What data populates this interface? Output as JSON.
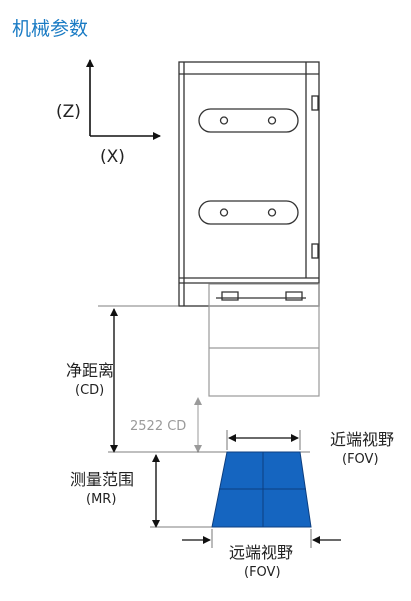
{
  "header": {
    "title": "机械参数"
  },
  "axes": {
    "z_label": "(Z)",
    "x_label": "(X)"
  },
  "dimensions": {
    "clear_distance": {
      "label": "净距离",
      "abbr": "(CD)"
    },
    "measurement_range": {
      "label": "测量范围",
      "abbr": "(MR)"
    },
    "near_fov": {
      "label": "近端视野",
      "abbr": "(FOV)"
    },
    "far_fov": {
      "label": "远端视野",
      "abbr": "(FOV)"
    },
    "cd_note": "2522 CD"
  },
  "colors": {
    "title": "#1a7bc4",
    "fov_fill": "#1565c0",
    "outline": "#333333",
    "note_gray": "#9a9a9a"
  }
}
